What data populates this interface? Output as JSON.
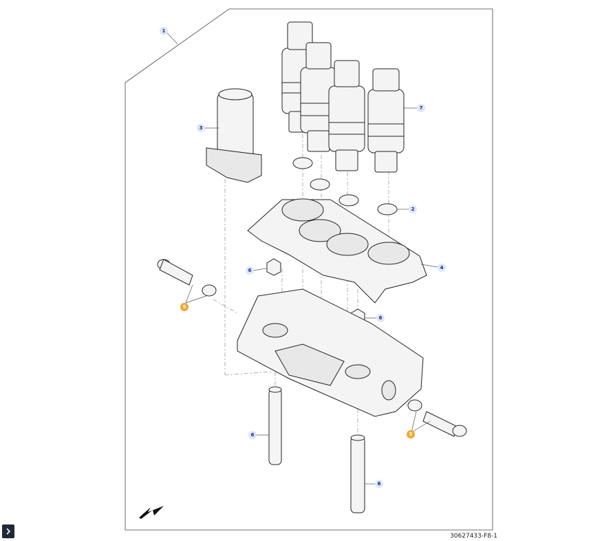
{
  "callouts": [
    {
      "num": "1",
      "kind": "blue"
    },
    {
      "num": "3",
      "kind": "blue"
    },
    {
      "num": "7",
      "kind": "blue"
    },
    {
      "num": "2",
      "kind": "blue"
    },
    {
      "num": "4",
      "kind": "blue"
    },
    {
      "num": "6",
      "kind": "blue"
    },
    {
      "num": "6",
      "kind": "blue"
    },
    {
      "num": "5",
      "kind": "orange"
    },
    {
      "num": "5",
      "kind": "orange"
    },
    {
      "num": "6",
      "kind": "blue"
    },
    {
      "num": "6",
      "kind": "blue"
    }
  ],
  "colors": {
    "blue_badge": "#dfe6f7",
    "blue_text": "#0a2a8a",
    "orange_badge": "#f0a830"
  },
  "drawing_id": "30627433-F8-1",
  "icons": {
    "direction_arrow": "arrow-icon",
    "expand": "chevron-right-icon"
  }
}
